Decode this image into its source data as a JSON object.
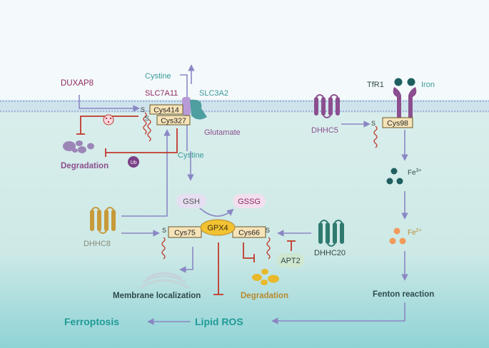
{
  "membrane": {
    "cystine_top": "Cystine",
    "slc7a11": "SLC7A11",
    "slc3a2": "SLC3A2",
    "glutamate": "Glutamate",
    "tfr1": "TfR1",
    "iron": "Iron"
  },
  "regulators": {
    "duxap8": "DUXAP8",
    "dhhc5": "DHHC5",
    "dhhc8": "DHHC8",
    "dhhc20": "DHHC20",
    "apt2": "APT2",
    "ub": "Ub"
  },
  "sites": {
    "s": "S",
    "cys414": "Cys414",
    "cys327": "Cys327",
    "cys98": "Cys98",
    "cys75": "Cys75",
    "cys66": "Cys66",
    "gpx4": "GPX4"
  },
  "cytosol": {
    "cystine": "Cystine",
    "gsh": "GSH",
    "gssg": "GSSG",
    "fe3_base": "Fe",
    "fe3_sup": "3+",
    "fe2_base": "Fe",
    "fe2_sup": "2+"
  },
  "outcomes": {
    "degradation_left": "Degradation",
    "degradation_right": "Degradation",
    "membrane_localization": "Membrane localization",
    "fenton": "Fenton reaction",
    "lipid_ros": "Lipid ROS",
    "ferroptosis": "Ferroptosis"
  },
  "colors": {
    "arrow": "#8a87c4",
    "inhibit": "#c0392b",
    "magenta": "#8e2a62",
    "purple": "#8b4f8f",
    "teal_text": "#3a9a9a",
    "teal_bold": "#1f9a96",
    "gold_text": "#b8892e",
    "dark_text": "#2e4b4b"
  }
}
